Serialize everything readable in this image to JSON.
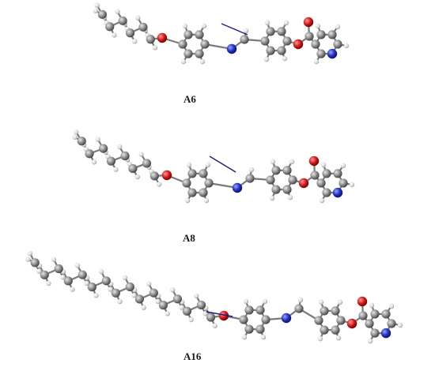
{
  "molecules": [
    {
      "label": "A6"
    },
    {
      "label": "A8"
    },
    {
      "label": "A16"
    }
  ],
  "colors": {
    "carbon": "#8c8c8c",
    "hydrogen": "#e2e2e2",
    "oxygen": "#d01818",
    "nitrogen": "#2030c0",
    "dipole": "#1a1f7a",
    "bond": "#7a7a7a"
  }
}
